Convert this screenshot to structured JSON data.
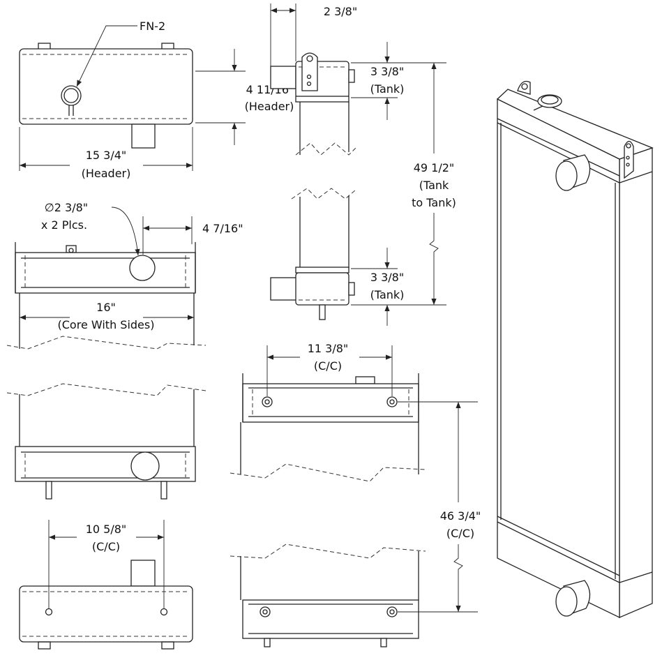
{
  "title": "Radiator dimension drawing",
  "labels": {
    "fn": "FN-2",
    "header_height": "4 11/16\"",
    "header_height_note": "(Header)",
    "header_width": "15 3/4\"",
    "header_width_note": "(Header)",
    "tank_offset": "2 3/8\"",
    "tank_top": "3 3/8\"",
    "tank_top_note": "(Tank)",
    "tank_to_tank": "49 1/2\"",
    "tank_to_tank_note1": "(Tank",
    "tank_to_tank_note2": "to Tank)",
    "outlet_dia": "∅2 3/8\"",
    "outlet_qty": "x 2 Plcs.",
    "outlet_offset": "4 7/16\"",
    "core_width": "16\"",
    "core_width_note": "(Core With Sides)",
    "tank_bottom": "3 3/8\"",
    "tank_bottom_note": "(Tank)",
    "mount_horiz": "11 3/8\"",
    "mount_horiz_note": "(C/C)",
    "mount_vert": "46 3/4\"",
    "mount_vert_note": "(C/C)",
    "bottom_holes": "10 5/8\"",
    "bottom_holes_note": "(C/C)"
  }
}
